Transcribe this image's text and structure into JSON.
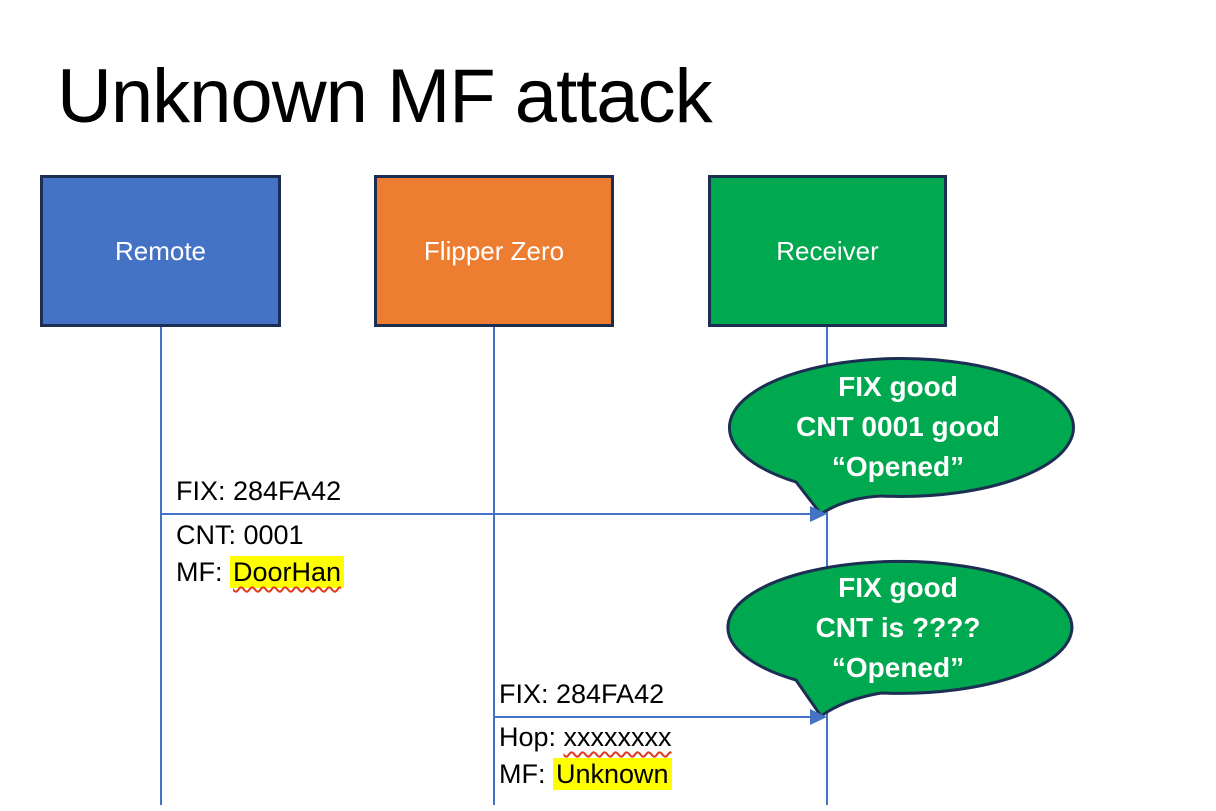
{
  "slide": {
    "title": "Unknown MF attack"
  },
  "actors": [
    {
      "label": "Remote",
      "fill": "#4472C4"
    },
    {
      "label": "Flipper Zero",
      "fill": "#ED7D31"
    },
    {
      "label": "Receiver",
      "fill": "#00A94F"
    }
  ],
  "messages": [
    {
      "from": "Remote",
      "to": "Receiver",
      "line1": "FIX: 284FA42",
      "line2": "CNT: 0001",
      "line3_prefix": "MF: ",
      "line3_highlighted": "DoorHan"
    },
    {
      "from": "Flipper Zero",
      "to": "Receiver",
      "line1": "FIX: 284FA42",
      "line2_prefix": "Hop: ",
      "line2_underlined": "xxxxxxxx",
      "line3_prefix": "MF: ",
      "line3_highlighted": "Unknown"
    }
  ],
  "callouts": [
    {
      "line1": "FIX good",
      "line2": "CNT 0001 good",
      "line3": "“Opened”"
    },
    {
      "line1": "FIX good",
      "line2": "CNT is ????",
      "line3": "“Opened”"
    }
  ],
  "colors": {
    "actor_blue": "#4472C4",
    "actor_orange": "#ED7D31",
    "actor_green": "#00A94F",
    "shape_border": "#1C2F52",
    "connector_blue": "#4472C4",
    "highlight_yellow": "#FFFF00",
    "spellcheck_red": "#E03A1E",
    "text_black": "#000000",
    "text_white": "#FFFFFF"
  }
}
